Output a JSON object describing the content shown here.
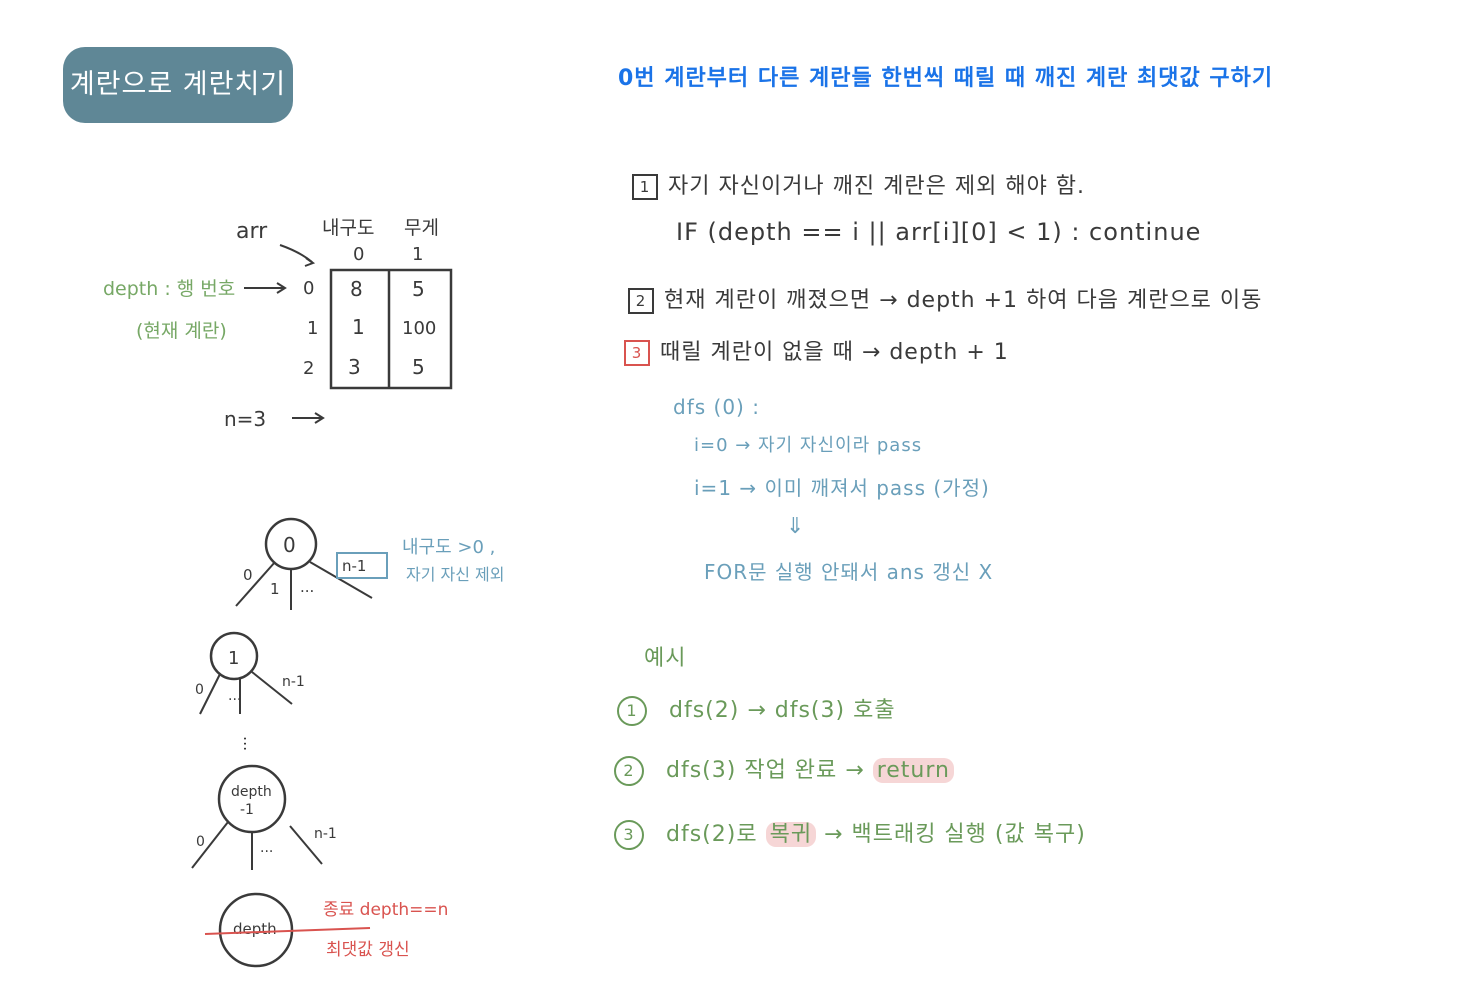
{
  "title": "계란으로 계란치기",
  "heading": "0번 계란부터 다른 계란들 한번씩 때릴 때 깨진 계란 최댓값 구하기",
  "table": {
    "arr_label": "arr",
    "col_headers": [
      "내구도",
      "무게"
    ],
    "col_indices": [
      "0",
      "1"
    ],
    "row_indices": [
      "0",
      "1",
      "2"
    ],
    "rows": [
      [
        "8",
        "5"
      ],
      [
        "1",
        "100"
      ],
      [
        "3",
        "5"
      ]
    ],
    "depth_note": "depth : 행 번호",
    "depth_note2": "(현재 계란)",
    "n_label": "n=3"
  },
  "tree": {
    "root": "0",
    "level1": "1",
    "depth_minus": "depth\n-1",
    "depth": "depth",
    "box_label": "n-1",
    "note1": "내구도 >0 ,",
    "note2": "자기 자신 제외",
    "edge_0": "0",
    "edge_1": "1",
    "edge_n1": "n-1",
    "dots": "...",
    "end_note1": "종료 depth==n",
    "end_note2": "최댓값 갱신"
  },
  "rules": {
    "r1_num": "1",
    "r1_text": "자기 자신이거나 깨진 계란은 제외 해야 함.",
    "r1_code": "IF (depth == i || arr[i][0] < 1) : continue",
    "r2_num": "2",
    "r2_text": "현재 계란이 깨졌으면 → depth +1 하여 다음 계란으로 이동",
    "r3_num": "3",
    "r3_text": "때릴 계란이 없을 때 → depth + 1"
  },
  "trace": {
    "line1": "dfs (0) :",
    "line2": "i=0 → 자기 자신이라 pass",
    "line3": "i=1 → 이미 깨져서 pass (가정)",
    "arrow": "⇓",
    "line4": "FOR문 실행 안돼서 ans 갱신 X"
  },
  "example": {
    "label": "예시",
    "items": [
      {
        "num": "1",
        "text_a": "dfs(2) → dfs(3) 호출",
        "text_hl": ""
      },
      {
        "num": "2",
        "text_a": "dfs(3) 작업 완료 → ",
        "text_hl": "return"
      },
      {
        "num": "3",
        "text_a": "dfs(2)로 ",
        "text_hl": "복귀",
        "text_b": " → 백트래킹 실행 (값 복구)"
      }
    ]
  },
  "colors": {
    "badge": "#5f8796",
    "heading": "#1a73e8",
    "green": "#6a9a5a",
    "teal": "#6a9fba",
    "red": "#d9534f"
  }
}
